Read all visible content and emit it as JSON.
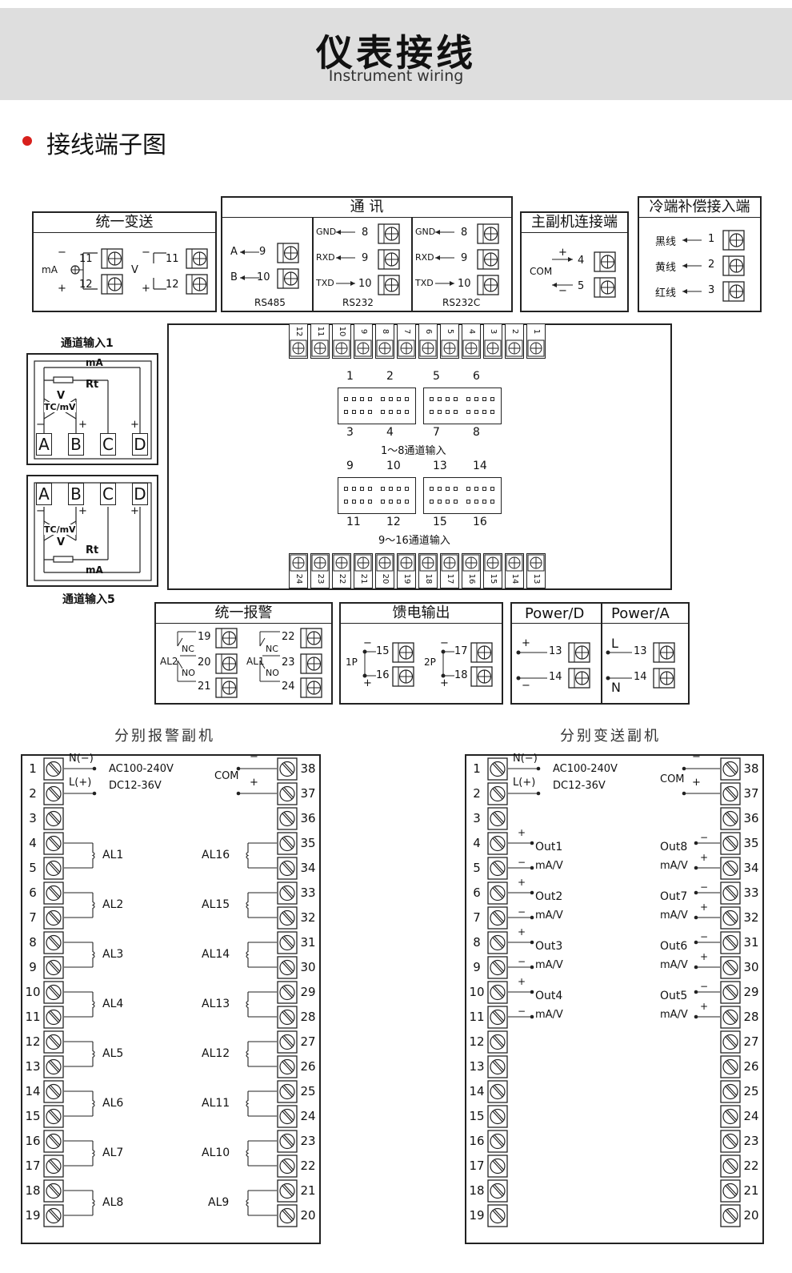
{
  "header": {
    "title": "仪表接线",
    "subtitle": "Instrument wiring"
  },
  "section": {
    "title": "接线端子图"
  },
  "unified_transmit": {
    "title": "统一变送",
    "ma": "mA",
    "v": "V",
    "minus": "−",
    "plus": "+",
    "t11": "11",
    "t12": "12"
  },
  "comm": {
    "title": "通   讯",
    "rs485": {
      "label": "RS485",
      "a": "A",
      "b": "B",
      "t9": "9",
      "t10": "10"
    },
    "rs232": {
      "label": "RS232",
      "gnd": "GND",
      "rxd": "RXD",
      "txd": "TXD",
      "t8": "8",
      "t9": "9",
      "t10": "10"
    },
    "rs232c": {
      "label": "RS232C",
      "gnd": "GND",
      "rxd": "RXD",
      "txd": "TXD",
      "t8": "8",
      "t9": "9",
      "t10": "10"
    }
  },
  "master_slave": {
    "title": "主副机连接端",
    "com": "COM",
    "plus": "+",
    "minus": "−",
    "t4": "4",
    "t5": "5"
  },
  "cold_junction": {
    "title": "冷端补偿接入端",
    "black": "黑线",
    "yellow": "黄线",
    "red": "红线",
    "t1": "1",
    "t2": "2",
    "t3": "3"
  },
  "channel_in_1": {
    "caption": "通道输入1",
    "ma": "mA",
    "rt": "Rt",
    "v": "V",
    "tc": "TC/mV",
    "a": "A",
    "b": "B",
    "c": "C",
    "d": "D",
    "minus": "−",
    "plus": "+"
  },
  "channel_in_5": {
    "caption": "通道输入5",
    "ma": "mA",
    "rt": "Rt",
    "v": "V",
    "tc": "TC/mV",
    "a": "A",
    "b": "B",
    "c": "C",
    "d": "D",
    "minus": "−",
    "plus": "+"
  },
  "main_panel": {
    "top_terminals": [
      "12",
      "11",
      "10",
      "9",
      "8",
      "7",
      "6",
      "5",
      "4",
      "3",
      "2",
      "1"
    ],
    "bottom_terminals": [
      "24",
      "23",
      "22",
      "21",
      "20",
      "19",
      "18",
      "17",
      "16",
      "15",
      "14",
      "13"
    ],
    "group1_top": [
      "1",
      "2",
      "5",
      "6"
    ],
    "group1_bottom": [
      "3",
      "4",
      "7",
      "8"
    ],
    "group1_caption": "1～8通道输入",
    "group2_top": [
      "9",
      "10",
      "13",
      "14"
    ],
    "group2_bottom": [
      "11",
      "12",
      "15",
      "16"
    ],
    "group2_caption": "9～16通道输入"
  },
  "unified_alarm": {
    "title": "统一报警",
    "al2": "AL2",
    "al1": "AL1",
    "nc": "NC",
    "no": "NO",
    "t19": "19",
    "t20": "20",
    "t21": "21",
    "t22": "22",
    "t23": "23",
    "t24": "24"
  },
  "feed_output": {
    "title": "馈电输出",
    "p1": "1P",
    "p2": "2P",
    "t15": "15",
    "t16": "16",
    "t17": "17",
    "t18": "18",
    "minus": "−",
    "plus": "+"
  },
  "power": {
    "title_d": "Power/D",
    "title_a": "Power/A",
    "plus": "+",
    "minus": "−",
    "l": "L",
    "n": "N",
    "t13": "13",
    "t14": "14"
  },
  "alarm_slave": {
    "caption": "分别报警副机",
    "left_terms": [
      "1",
      "2",
      "3",
      "4",
      "5",
      "6",
      "7",
      "8",
      "9",
      "10",
      "11",
      "12",
      "13",
      "14",
      "15",
      "16",
      "17",
      "18",
      "19"
    ],
    "right_terms": [
      "38",
      "37",
      "36",
      "35",
      "34",
      "33",
      "32",
      "31",
      "30",
      "29",
      "28",
      "27",
      "26",
      "25",
      "24",
      "23",
      "22",
      "21",
      "20"
    ],
    "n": "N(−)",
    "l": "L(+)",
    "ac": "AC100-240V",
    "dc": "DC12-36V",
    "com": "COM",
    "minus": "−",
    "plus": "+",
    "left_labels": [
      "AL1",
      "AL2",
      "AL3",
      "AL4",
      "AL5",
      "AL6",
      "AL7",
      "AL8"
    ],
    "right_labels": [
      "AL16",
      "AL15",
      "AL14",
      "AL13",
      "AL12",
      "AL11",
      "AL10",
      "AL9"
    ]
  },
  "transmit_slave": {
    "caption": "分别变送副机",
    "left_terms": [
      "1",
      "2",
      "3",
      "4",
      "5",
      "6",
      "7",
      "8",
      "9",
      "10",
      "11",
      "12",
      "13",
      "14",
      "15",
      "16",
      "17",
      "18",
      "19"
    ],
    "right_terms": [
      "38",
      "37",
      "36",
      "35",
      "34",
      "33",
      "32",
      "31",
      "30",
      "29",
      "28",
      "27",
      "26",
      "25",
      "24",
      "23",
      "22",
      "21",
      "20"
    ],
    "n": "N(−)",
    "l": "L(+)",
    "ac": "AC100-240V",
    "dc": "DC12-36V",
    "com": "COM",
    "minus": "−",
    "plus": "+",
    "left_out": [
      "Out1",
      "Out2",
      "Out3",
      "Out4"
    ],
    "right_out": [
      "Out8",
      "Out7",
      "Out6",
      "Out5"
    ],
    "mav": "mA/V"
  }
}
